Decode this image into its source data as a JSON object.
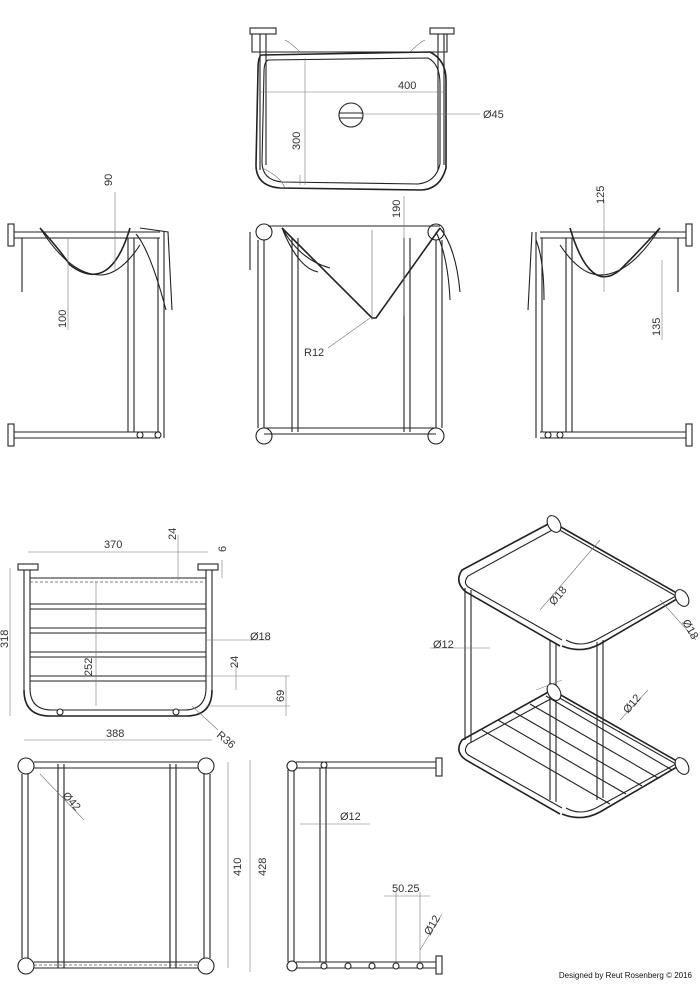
{
  "credit": "Designed by Reut Rosenberg © 2016",
  "dimensions": {
    "basin_width": "400",
    "basin_depth": "300",
    "drain_hole": "Ø45",
    "front_left_90": "90",
    "front_left_100": "100",
    "front_190": "190",
    "front_radius": "R12",
    "right_125": "125",
    "right_135": "135",
    "top_370": "370",
    "top_24": "24",
    "top_6": "6",
    "height_318": "318",
    "inner_252": "252",
    "tube_18": "Ø18",
    "gap_24": "24",
    "gap_69": "69",
    "radius_36": "R36",
    "width_388": "388",
    "ring_42": "Ø42",
    "len_410": "410",
    "len_428": "428",
    "rod_12": "Ø12",
    "pitch_5025": "50.25",
    "rod_12b": "Ø12",
    "iso_18a": "Ø18",
    "iso_18b": "Ø18",
    "iso_12a": "Ø12",
    "iso_12b": "Ø12"
  }
}
